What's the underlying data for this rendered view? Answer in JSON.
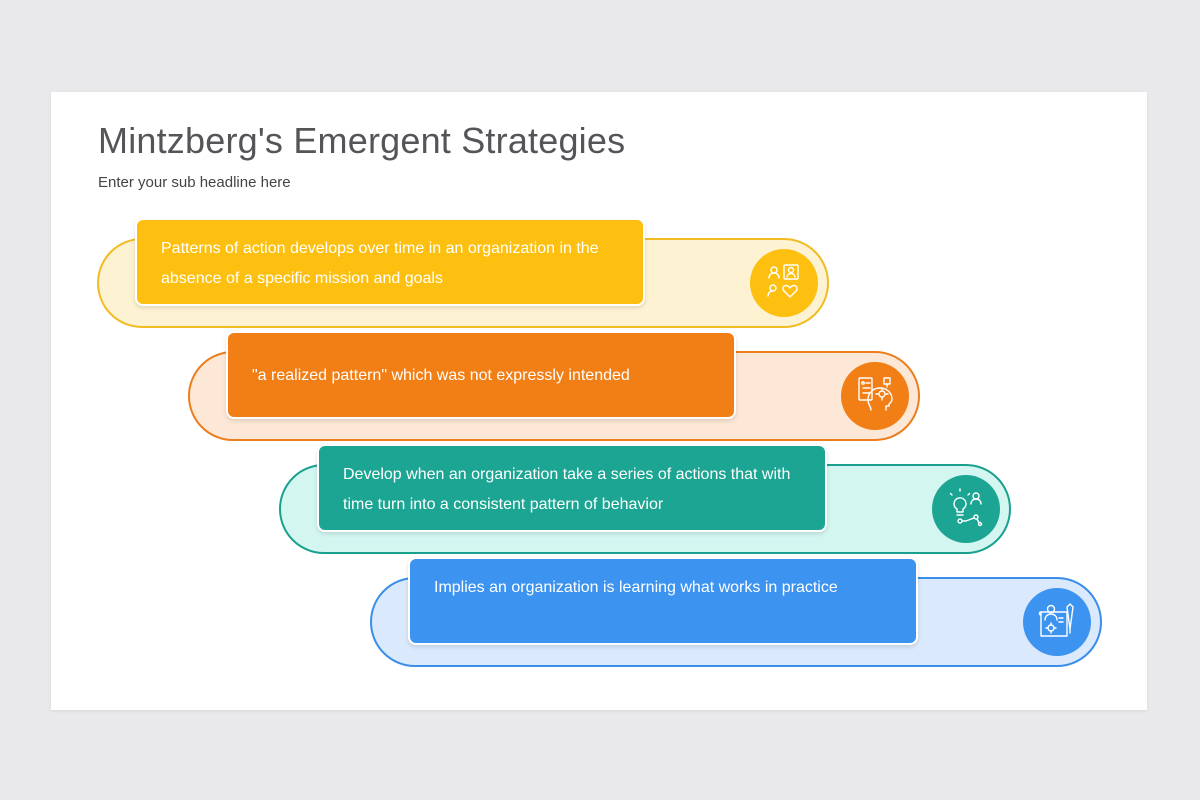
{
  "slide": {
    "title": "Mintzberg's Emergent Strategies",
    "subtitle": "Enter your sub headline here"
  },
  "steps": [
    {
      "text": "Patterns of action develops over time in an organization in the absence of a specific mission and goals",
      "icon": "teamwork-heart-icon",
      "color": "#fdc010",
      "light": "#fdf3d3",
      "border": "#f2bb22"
    },
    {
      "text": "\"a realized pattern\" which was not expressly intended",
      "icon": "head-ideas-icon",
      "color": "#f27f16",
      "light": "#fde7d6",
      "border": "#ec7e1c"
    },
    {
      "text": "Develop when an organization take a series of actions that with time turn into a consistent pattern of behavior",
      "icon": "lightbulb-network-icon",
      "color": "#1ba592",
      "light": "#d3f6f1",
      "border": "#1aa08f"
    },
    {
      "text": "Implies an organization is learning what works in practice",
      "icon": "person-blueprint-icon",
      "color": "#3d93f0",
      "light": "#dae9fb",
      "border": "#3a8ee8"
    }
  ]
}
